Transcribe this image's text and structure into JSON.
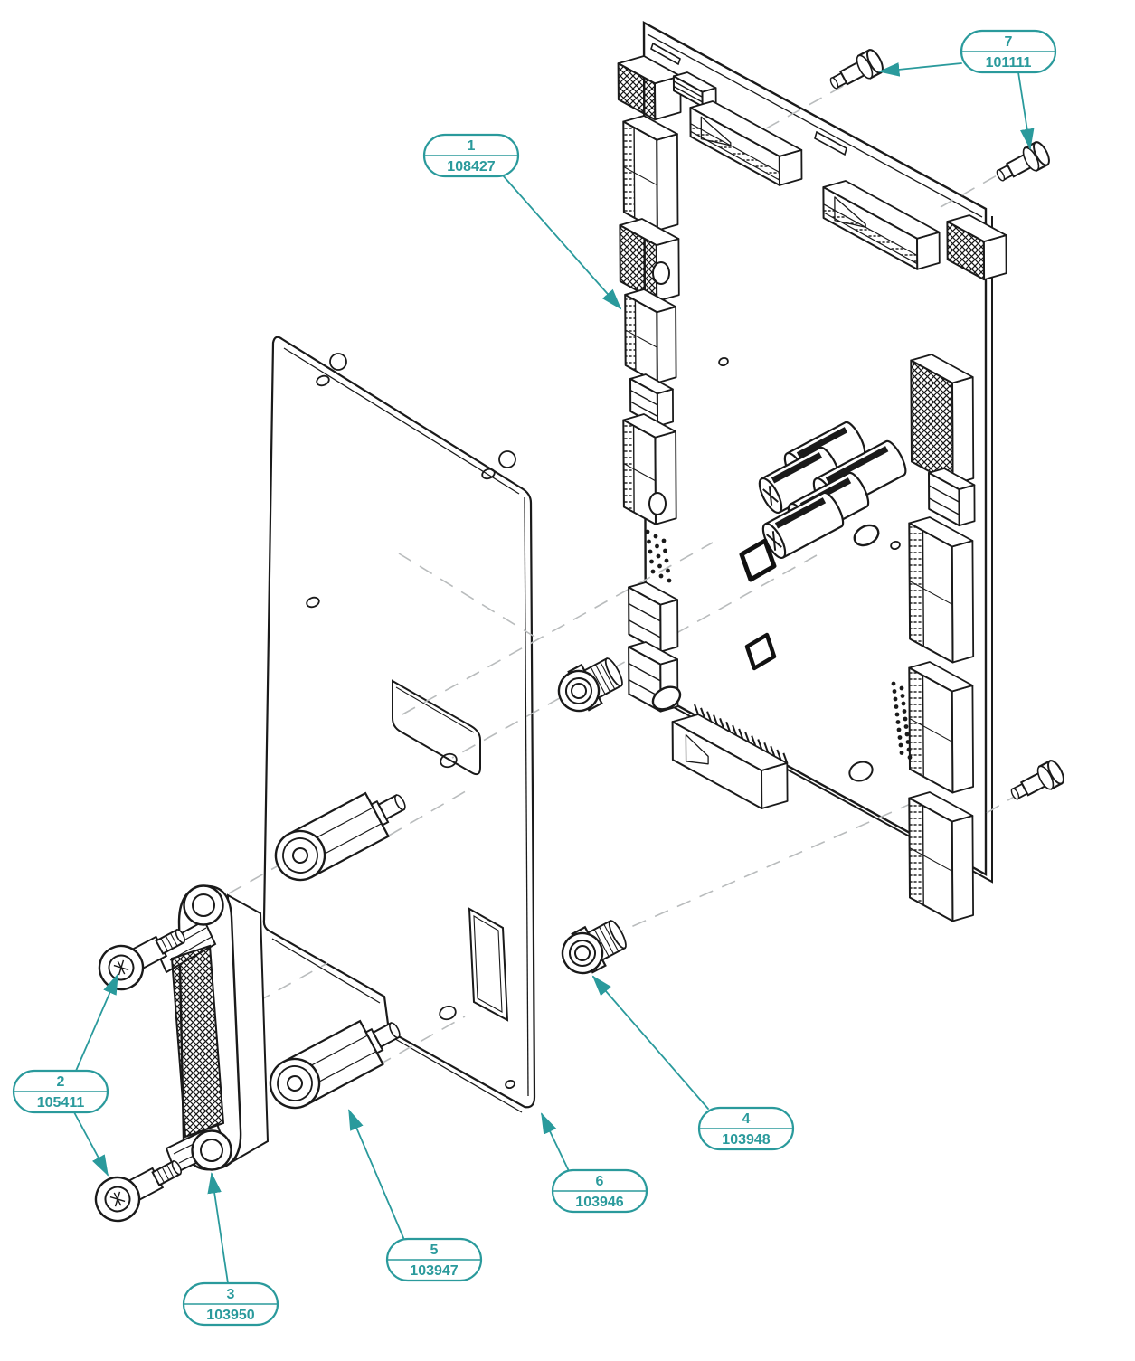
{
  "diagram": {
    "type": "exploded-parts-diagram",
    "colors": {
      "line": "#1a1a1a",
      "callout": "#2a9a9c",
      "dash": "#b9bcbd",
      "background": "#ffffff"
    },
    "callouts": [
      {
        "id": "1",
        "part_number": "108427",
        "target": "circuit-board-assembly"
      },
      {
        "id": "2",
        "part_number": "105411",
        "target": "connector-screws"
      },
      {
        "id": "3",
        "part_number": "103950",
        "target": "d-sub-connector"
      },
      {
        "id": "4",
        "part_number": "103948",
        "target": "round-standoff-nut"
      },
      {
        "id": "5",
        "part_number": "103947",
        "target": "hex-standoff"
      },
      {
        "id": "6",
        "part_number": "103946",
        "target": "mounting-plate"
      },
      {
        "id": "7",
        "part_number": "101111",
        "target": "mounting-screws"
      }
    ]
  }
}
